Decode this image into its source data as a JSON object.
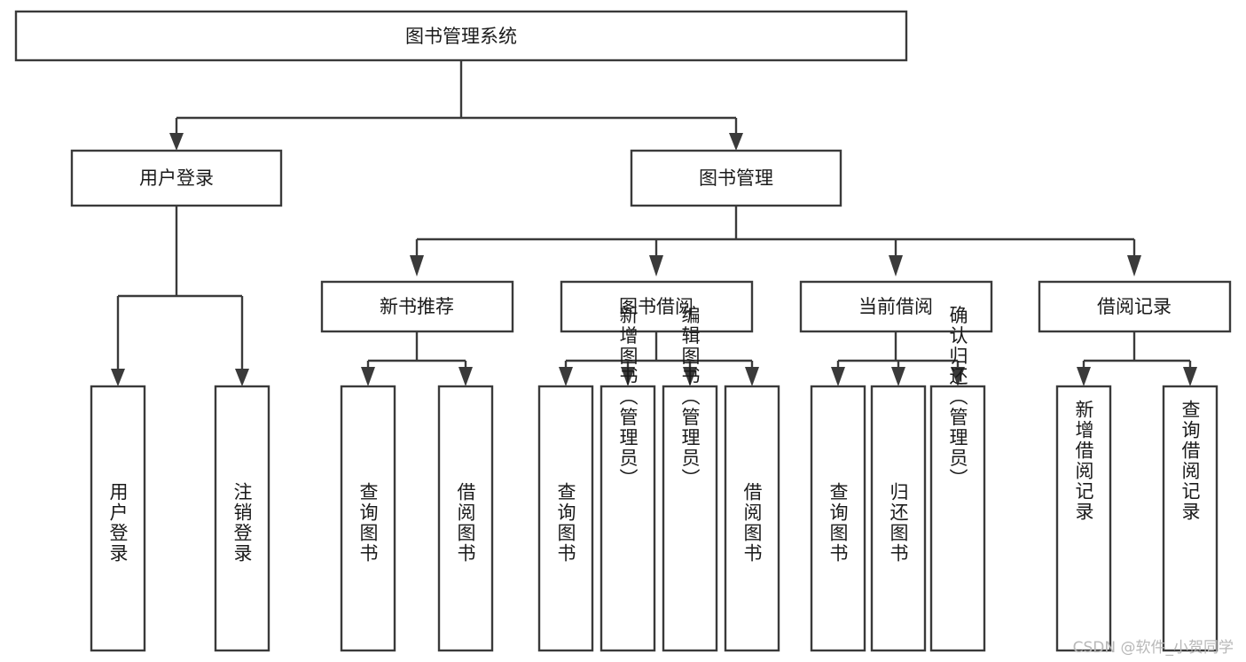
{
  "diagram": {
    "type": "tree-hierarchy-chart",
    "title": "图书管理系统",
    "orientation": "top-down",
    "background_color": "#ffffff",
    "line_color": "#3a3a3a",
    "box_fill": "#ffffff",
    "text_color": "#1a1a1a",
    "levels": 4,
    "nodes": {
      "root": {
        "label": "图书管理系统"
      },
      "level2": [
        {
          "label": "用户登录"
        },
        {
          "label": "图书管理"
        }
      ],
      "level3": [
        {
          "label": "新书推荐"
        },
        {
          "label": "图书借阅"
        },
        {
          "label": "当前借阅"
        },
        {
          "label": "借阅记录"
        }
      ],
      "leaves": {
        "user_login": [
          {
            "label": "用户登录"
          },
          {
            "label": "注销登录"
          }
        ],
        "new_book_recommend": [
          {
            "label": "查询图书"
          },
          {
            "label": "借阅图书"
          }
        ],
        "book_borrow": [
          {
            "label": "查询图书"
          },
          {
            "label": "新增图书（管理员）"
          },
          {
            "label": "编辑图书（管理员）"
          },
          {
            "label": "借阅图书"
          }
        ],
        "current_borrow": [
          {
            "label": "查询图书"
          },
          {
            "label": "归还图书"
          },
          {
            "label": "确认归还（管理员）"
          }
        ],
        "borrow_record": [
          {
            "label": "新增借阅记录"
          },
          {
            "label": "查询借阅记录"
          }
        ]
      }
    },
    "edges": [
      {
        "from": "图书管理系统",
        "to": "用户登录"
      },
      {
        "from": "图书管理系统",
        "to": "图书管理"
      },
      {
        "from": "用户登录",
        "to": "用户登录"
      },
      {
        "from": "用户登录",
        "to": "注销登录"
      },
      {
        "from": "图书管理",
        "to": "新书推荐"
      },
      {
        "from": "图书管理",
        "to": "图书借阅"
      },
      {
        "from": "图书管理",
        "to": "当前借阅"
      },
      {
        "from": "图书管理",
        "to": "借阅记录"
      },
      {
        "from": "新书推荐",
        "to": "查询图书"
      },
      {
        "from": "新书推荐",
        "to": "借阅图书"
      },
      {
        "from": "图书借阅",
        "to": "查询图书"
      },
      {
        "from": "图书借阅",
        "to": "新增图书（管理员）"
      },
      {
        "from": "图书借阅",
        "to": "编辑图书（管理员）"
      },
      {
        "from": "图书借阅",
        "to": "借阅图书"
      },
      {
        "from": "当前借阅",
        "to": "查询图书"
      },
      {
        "from": "当前借阅",
        "to": "归还图书"
      },
      {
        "from": "当前借阅",
        "to": "确认归还（管理员）"
      },
      {
        "from": "借阅记录",
        "to": "新增借阅记录"
      },
      {
        "from": "借阅记录",
        "to": "查询借阅记录"
      }
    ]
  },
  "watermark": {
    "text": "CSDN @软件_小贺同学",
    "color": "#b8b8b8"
  }
}
